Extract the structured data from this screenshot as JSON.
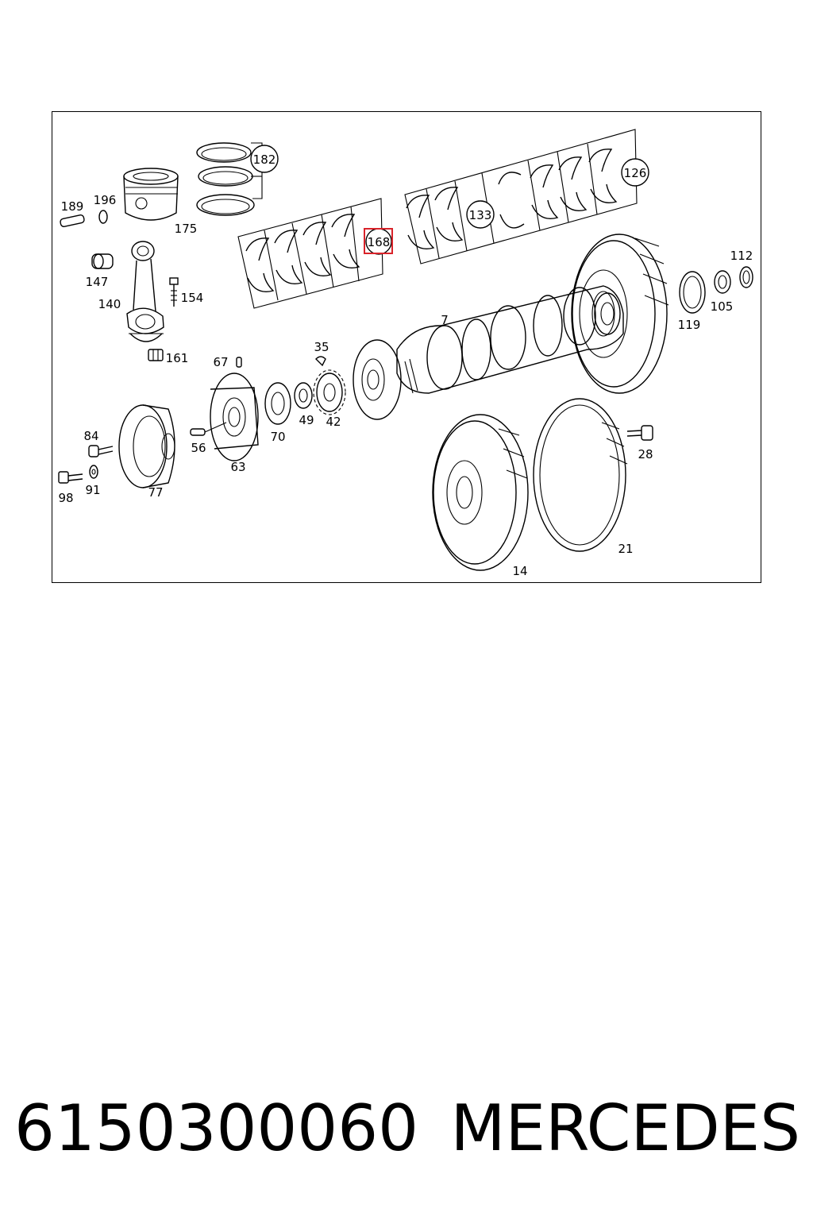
{
  "diagram": {
    "callouts": {
      "182": "182",
      "126": "126",
      "133": "133",
      "168": "168"
    },
    "labels": {
      "189": "189",
      "196": "196",
      "175": "175",
      "147": "147",
      "140": "140",
      "154": "154",
      "161": "161",
      "67": "67",
      "35": "35",
      "7": "7",
      "112": "112",
      "105": "105",
      "119": "119",
      "84": "84",
      "98": "98",
      "91": "91",
      "77": "77",
      "56": "56",
      "63": "63",
      "70": "70",
      "49": "49",
      "42": "42",
      "28": "28",
      "21": "21",
      "14": "14"
    },
    "highlighted_callout": "168",
    "highlight_color": "#d9232a"
  },
  "footer": {
    "part_number": "6150300060",
    "brand": "MERCEDES"
  }
}
